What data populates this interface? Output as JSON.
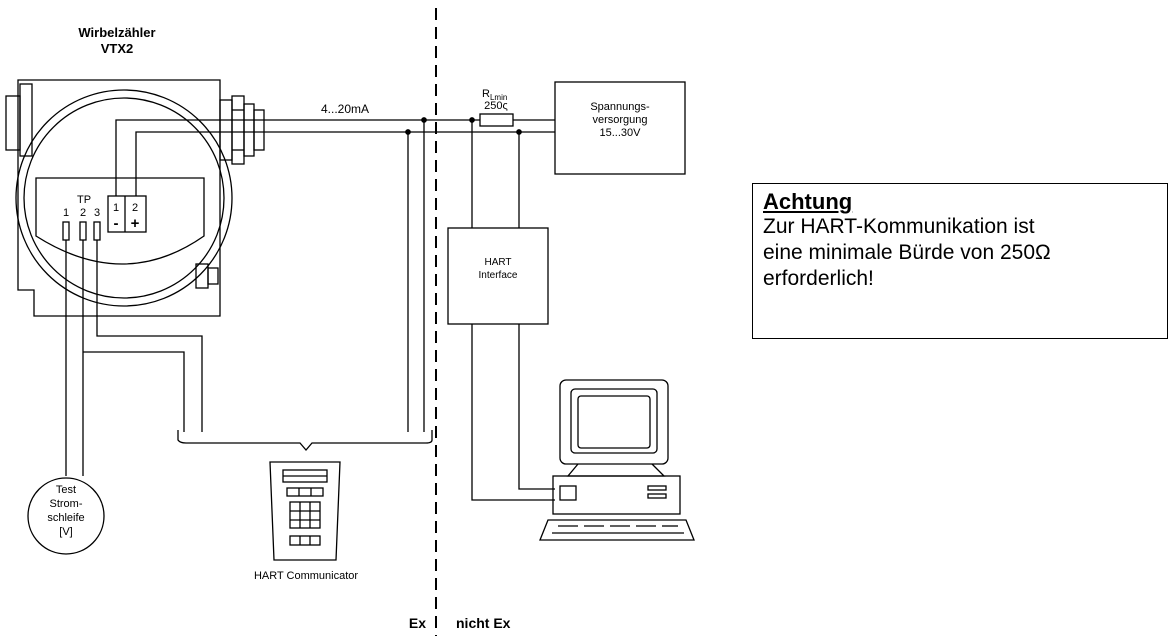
{
  "device": {
    "title_line1": "Wirbelzähler",
    "title_line2": "VTX2"
  },
  "signal_label": "4...20mA",
  "terminal_block": {
    "term1_num": "1",
    "term1_sign": "-",
    "term2_num": "2",
    "term2_sign": "+"
  },
  "test_points": {
    "label": "TP",
    "pin1": "1",
    "pin2": "2",
    "pin3": "3"
  },
  "resistor": {
    "label_main": "R",
    "label_sub": "Lmin",
    "value": "250ς"
  },
  "power_supply": {
    "line1": "Spannungs-",
    "line2": "versorgung",
    "line3": "15...30V"
  },
  "hart_interface": {
    "line1": "HART",
    "line2": "Interface"
  },
  "test_loop": {
    "line1": "Test",
    "line2": "Strom-",
    "line3": "schleife",
    "line4": "[V]"
  },
  "communicator": {
    "label": "HART Communicator"
  },
  "zones": {
    "ex": "Ex",
    "non_ex": "nicht Ex"
  },
  "note": {
    "title": "Achtung",
    "line1": "Zur HART-Kommunikation ist",
    "line2": "eine minimale Bürde von 250Ω",
    "line3": "erforderlich!"
  }
}
